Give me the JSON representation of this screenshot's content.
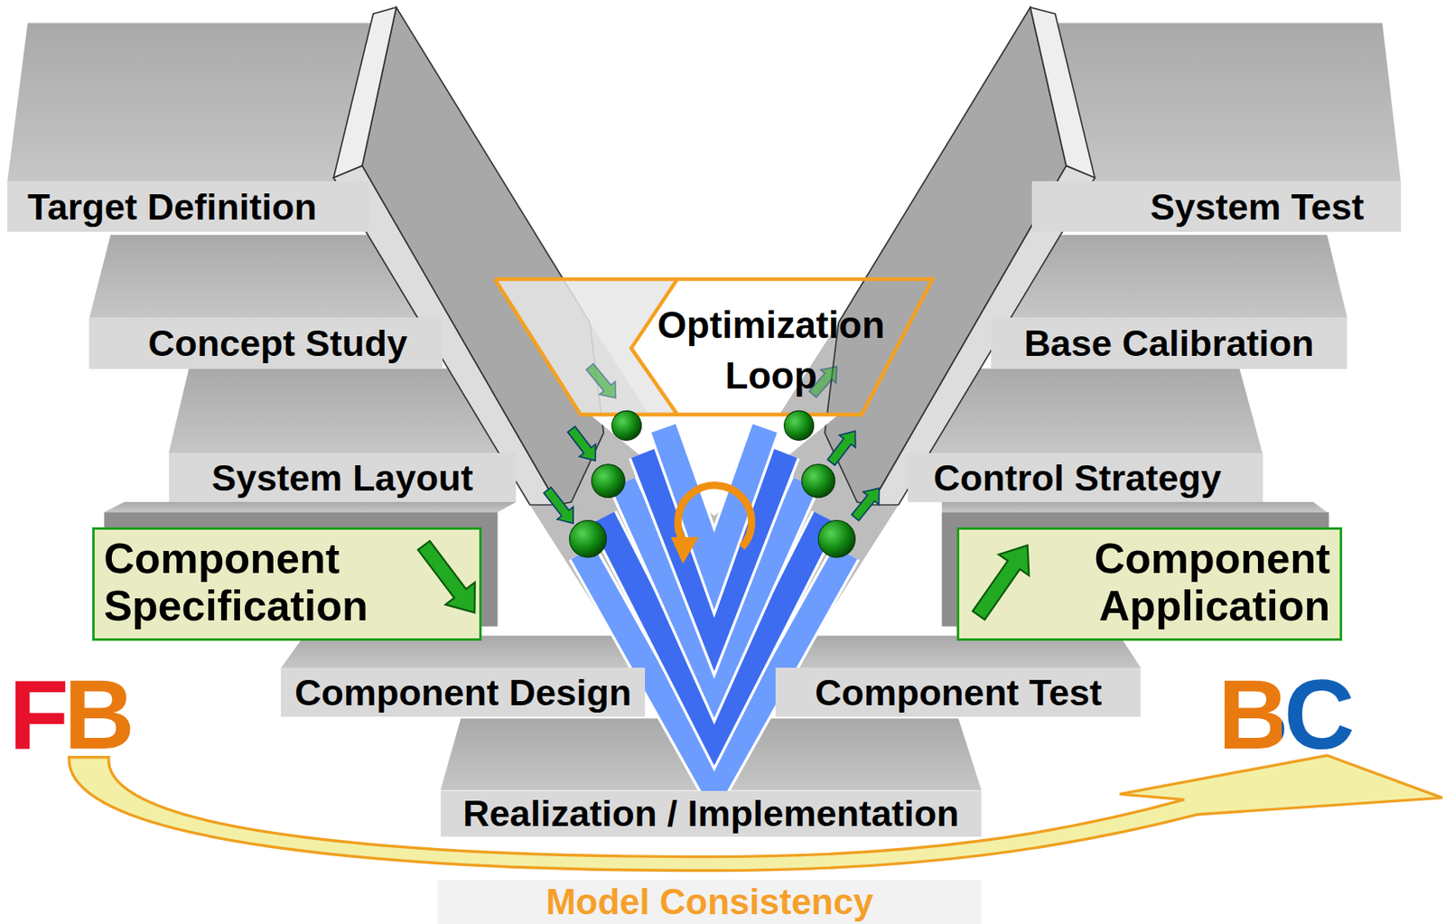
{
  "diagram": {
    "nodes": [
      {
        "text": [
          "Target Definition"
        ]
      },
      {
        "text": [
          "System Test"
        ]
      },
      {
        "text": [
          "Concept Study"
        ]
      },
      {
        "text": [
          "Optimization Loop"
        ]
      },
      {
        "text": [
          "Base Calibration"
        ]
      },
      {
        "text": [
          "System Layout"
        ]
      },
      {
        "text": [
          "Control Strategy"
        ]
      },
      {
        "text": [
          "Component Specification"
        ]
      },
      {
        "text": [
          "Component Application"
        ]
      },
      {
        "text": [
          "Component Design"
        ]
      },
      {
        "text": [
          "Component Test"
        ]
      },
      {
        "text": [
          "Realization / Implementation"
        ]
      }
    ],
    "labels": [
      "FB",
      "BC",
      "Model Consistency"
    ]
  }
}
